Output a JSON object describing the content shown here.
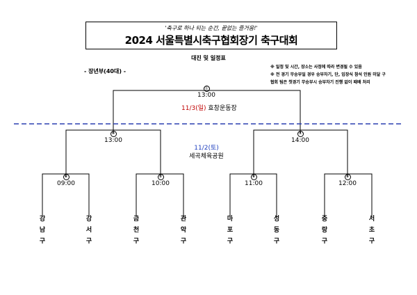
{
  "header": {
    "slogan": "'축구로 하나 되는 순간, 끝없는 즐거움!'",
    "title": "2024  서울특별시축구협회장기 축구대회",
    "subtitle": "대진 및 일정표"
  },
  "division": "- 장년부(40대) -",
  "notes": [
    "※ 일정 및 시간, 장소는 사정에 따라 변경될 수 있음",
    "※ 전 경기 무승부일 경우 승부차기, 단, 입장식 참석 인원 미달 구",
    "협회 팀은 첫경기 무승부시 승부차기 진행 없이 패배 처리"
  ],
  "final": {
    "number": "⑫",
    "time": "13:00",
    "date": "11/3(일)",
    "venue": "효창운동장"
  },
  "day1_venue": {
    "date": "11/2(토)",
    "venue": "세곡체육공원"
  },
  "semifinals": [
    {
      "number": "⑩",
      "time": "13:00"
    },
    {
      "number": "⑪",
      "time": "14:00"
    }
  ],
  "quarterfinals": [
    {
      "number": "⑥",
      "time": "09:00"
    },
    {
      "number": "⑦",
      "time": "10:00"
    },
    {
      "number": "⑧",
      "time": "11:00"
    },
    {
      "number": "⑨",
      "time": "12:00"
    }
  ],
  "teams": [
    [
      "강",
      "남",
      "구"
    ],
    [
      "강",
      "서",
      "구"
    ],
    [
      "금",
      "천",
      "구"
    ],
    [
      "관",
      "악",
      "구"
    ],
    [
      "마",
      "포",
      "구"
    ],
    [
      "성",
      "동",
      "구"
    ],
    [
      "중",
      "랑",
      "구"
    ],
    [
      "서",
      "초",
      "구"
    ]
  ],
  "colors": {
    "divider": "#2a3fb0",
    "final_date": "#c00000",
    "day1_date": "#1f3fbf"
  }
}
